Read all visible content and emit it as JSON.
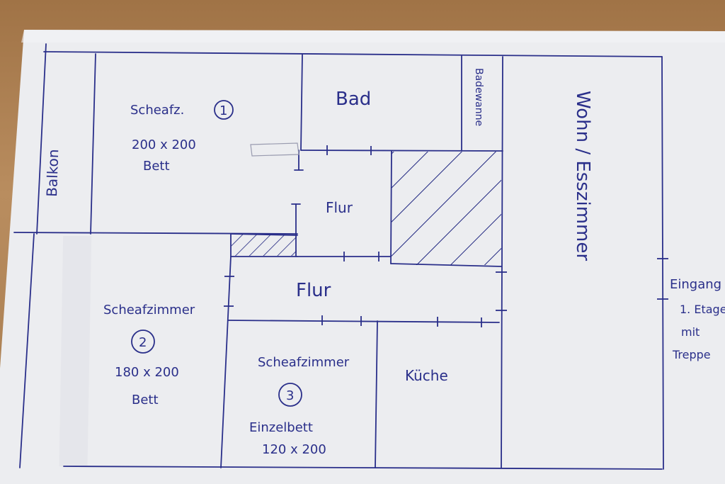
{
  "plan": {
    "ink_color": "#2a2f8a",
    "paper_color": "#eeeef0",
    "hatch_color": "#1f2580",
    "rooms": {
      "balcony": "Balkon",
      "bedroom1_name": "Scheafz.",
      "bedroom1_number": "1",
      "bedroom1_size": "200 x 200",
      "bedroom1_bed": "Bett",
      "bath": "Bad",
      "bathtub": "Badewanne",
      "hall_upper": "Flur",
      "hall_lower": "Flur",
      "living": "Wohn / Esszimmer",
      "bedroom2_name": "Scheafzimmer",
      "bedroom2_number": "2",
      "bedroom2_size": "180 x 200",
      "bedroom2_bed": "Bett",
      "bedroom3_name": "Scheafzimmer",
      "bedroom3_number": "3",
      "bedroom3_bed": "Einzelbett",
      "bedroom3_size": "120 x 200",
      "kitchen": "Küche"
    },
    "entrance": {
      "line1": "Eingang",
      "line2": "1. Etage",
      "line3": "mit",
      "line4": "Treppe"
    }
  }
}
